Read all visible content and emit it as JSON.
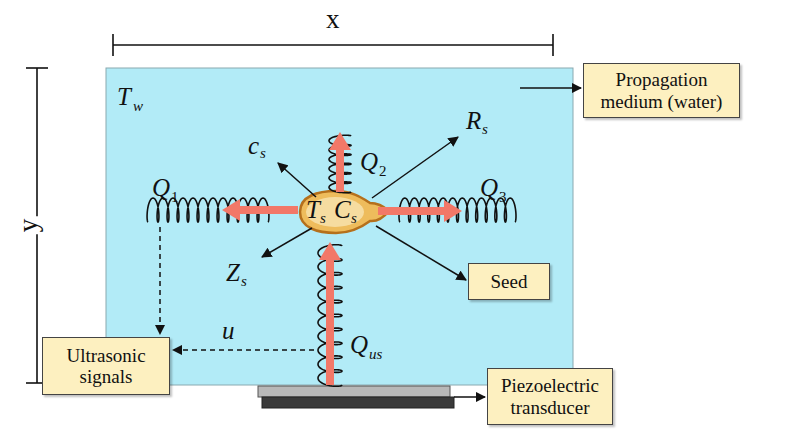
{
  "diagram": {
    "nodes": [
      {
        "text": [
          "Propagation medium (water)"
        ]
      },
      {
        "text": [
          "Seed"
        ]
      },
      {
        "text": [
          "Ultrasonic signals"
        ]
      },
      {
        "text": [
          "Piezoelectric transducer"
        ]
      }
    ],
    "labels": [
      "x",
      "y",
      "T",
      "w",
      "c",
      "s",
      "Q",
      "2",
      "R",
      "s",
      "Q",
      "1",
      "Q",
      "3",
      "T",
      "s",
      "C",
      "s",
      "Z",
      "s",
      "u",
      "Q",
      "us"
    ]
  }
}
